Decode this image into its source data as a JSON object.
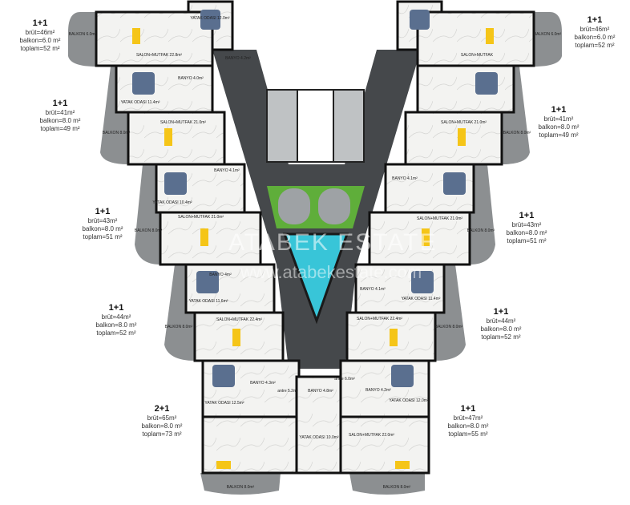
{
  "units": [
    {
      "type": "1+1",
      "brut": "brüt=46m²",
      "balkon": "balkon=6.0 m²",
      "toplam": "toplam=52 m²"
    },
    {
      "type": "1+1",
      "brut": "brüt=41m²",
      "balkon": "balkon=8.0 m²",
      "toplam": "toplam=49 m²"
    },
    {
      "type": "1+1",
      "brut": "brüt=43m²",
      "balkon": "balkon=8.0 m²",
      "toplam": "toplam=51 m²"
    },
    {
      "type": "1+1",
      "brut": "brüt=44m²",
      "balkon": "balkon=8.0 m²",
      "toplam": "toplam=52 m²"
    },
    {
      "type": "2+1",
      "brut": "brüt=65m²",
      "balkon": "balkon=8.0 m²",
      "toplam": "toplam=73 m²"
    },
    {
      "type": "1+1",
      "brut": "brüt=46m²",
      "balkon": "balkon=6.0 m²",
      "toplam": "toplam=52 m²"
    },
    {
      "type": "1+1",
      "brut": "brüt=41m²",
      "balkon": "balkon=8.0 m²",
      "toplam": "toplam=49 m²"
    },
    {
      "type": "1+1",
      "brut": "brüt=43m²",
      "balkon": "balkon=8.0 m²",
      "toplam": "toplam=51 m²"
    },
    {
      "type": "1+1",
      "brut": "brüt=44m²",
      "balkon": "balkon=8.0 m²",
      "toplam": "toplam=52 m²"
    },
    {
      "type": "1+1",
      "brut": "brüt=47m²",
      "balkon": "balkon=8.0 m²",
      "toplam": "toplam=55 m²"
    }
  ],
  "rooms": [
    "BALKON 6.0m²",
    "SALON+MUTFAK 22.8m²",
    "YATAK ODASI 12.0m²",
    "BANYO 4.2m²",
    "YATAK ODASI 11.4m²",
    "BANYO 4.0m²",
    "BALKON 8.0m²",
    "SALON+MUTFAK 21.0m²",
    "YATAK ODASI 10.4m²",
    "BANYO 4.1m²",
    "BALKON 8.0m²",
    "SALON+MUTFAK 21.0m²",
    "YATAK ODASI 11.6m²",
    "BANYO 4m²",
    "BALKON 8.0m²",
    "SALON+MUTFAK 22.4m²",
    "YATAK ODASI 12.5m²",
    "BANYO 4.3m²",
    "antre 5.2m²",
    "BALKON 8.0m²",
    "BANYO 4.8m²",
    "YATAK ODASI 10.0m²",
    "BALKON 6.0m²",
    "SALON+MUTFAK",
    "BALKON 8.0m²",
    "SALON+MUTFAK 21.0m²",
    "BANYO 4.1m²",
    "BALKON 8.0m²",
    "SALON+MUTFAK 21.0m²",
    "BANYO 4.1m²",
    "YATAK ODASI 11.4m²",
    "SALON+MUTFAK 22.4m²",
    "BALKON 8.0m²",
    "antre 6.0m²",
    "BANYO 4.2m²",
    "YATAK ODASI 12.0m²",
    "SALON+MUTFAK 22.0m²",
    "BALKON 8.0m²"
  ],
  "watermark": {
    "brand": "ATABEK ESTATE",
    "url": "www.atabekestate.com"
  }
}
